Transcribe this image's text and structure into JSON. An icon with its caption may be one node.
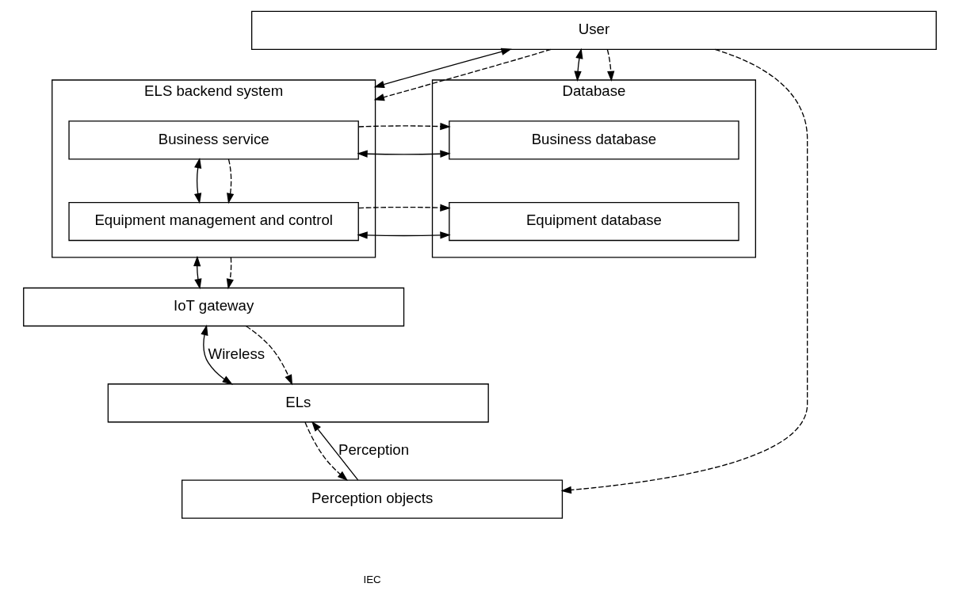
{
  "diagram": {
    "nodes": [
      {
        "text": [
          "User"
        ]
      },
      {
        "text": [
          "ELS backend system"
        ]
      },
      {
        "text": [
          "Business service"
        ],
        "in": 1
      },
      {
        "text": [
          "Equipment management and control"
        ],
        "in": 1
      },
      {
        "text": [
          "Database"
        ]
      },
      {
        "text": [
          "Business database"
        ],
        "in": 4
      },
      {
        "text": [
          "Equipment database"
        ],
        "in": 4
      },
      {
        "text": [
          "IoT gateway"
        ]
      },
      {
        "text": [
          "ELs"
        ]
      },
      {
        "text": [
          "Perception objects"
        ]
      }
    ],
    "edges": [
      {
        "from": 0,
        "to": 1,
        "arrow": "both"
      },
      {
        "from": 0,
        "to": 1,
        "arrow": "to",
        "style": "dashed"
      },
      {
        "from": 0,
        "to": 4,
        "arrow": "both"
      },
      {
        "from": 0,
        "to": 4,
        "arrow": "to",
        "style": "dashed"
      },
      {
        "from": 2,
        "to": 5,
        "arrow": "both"
      },
      {
        "from": 2,
        "to": 5,
        "arrow": "to",
        "style": "dashed"
      },
      {
        "from": 2,
        "to": 3,
        "arrow": "both"
      },
      {
        "from": 2,
        "to": 3,
        "arrow": "to",
        "style": "dashed"
      },
      {
        "from": 3,
        "to": 6,
        "arrow": "both"
      },
      {
        "from": 3,
        "to": 6,
        "arrow": "to",
        "style": "dashed"
      },
      {
        "from": 1,
        "to": 7,
        "arrow": "both"
      },
      {
        "from": 1,
        "to": 7,
        "arrow": "to",
        "style": "dashed"
      },
      {
        "from": 7,
        "to": 8,
        "arrow": "both",
        "label": "Wireless"
      },
      {
        "from": 7,
        "to": 8,
        "arrow": "to",
        "style": "dashed"
      },
      {
        "from": 9,
        "to": 8,
        "arrow": "to",
        "label": "Perception"
      },
      {
        "from": 8,
        "to": 9,
        "arrow": "to",
        "style": "dashed"
      },
      {
        "from": 0,
        "to": 9,
        "arrow": "to",
        "style": "dashed"
      }
    ],
    "labels": [
      "IEC"
    ]
  }
}
